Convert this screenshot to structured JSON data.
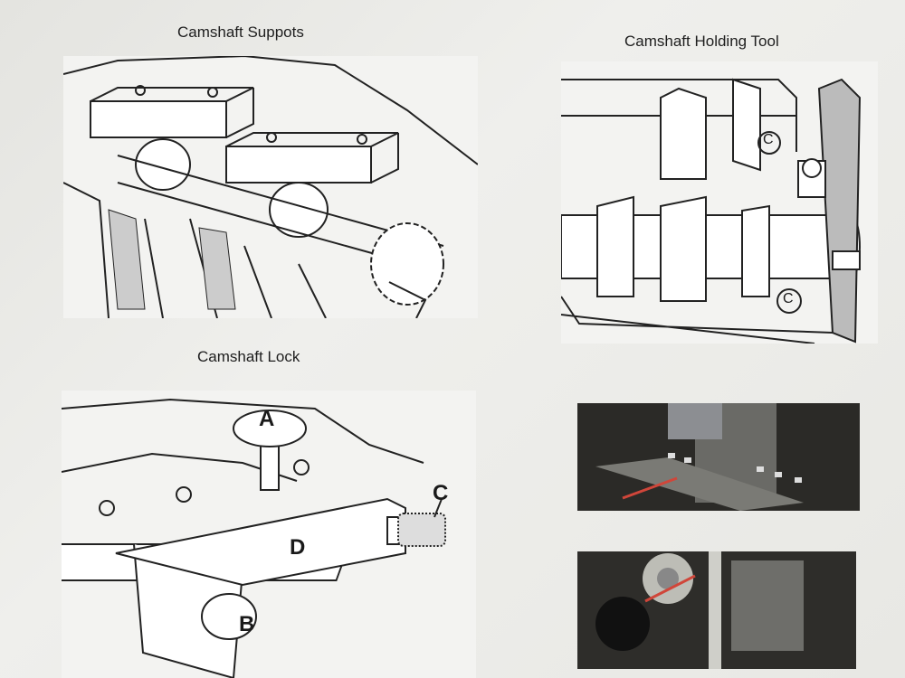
{
  "figures": {
    "supports": {
      "title": "Camshaft Suppots"
    },
    "holding_tool": {
      "title": "Camshaft Holding Tool",
      "labels": [
        "C",
        "C"
      ]
    },
    "lock": {
      "title": "Camshaft Lock",
      "labels": {
        "a": "A",
        "b": "B",
        "c": "C",
        "d": "D"
      }
    }
  },
  "photos": [
    {
      "name": "engine-photo-top",
      "arrow_color": "#d0463a"
    },
    {
      "name": "engine-photo-bottom",
      "arrow_color": "#d0463a"
    }
  ]
}
